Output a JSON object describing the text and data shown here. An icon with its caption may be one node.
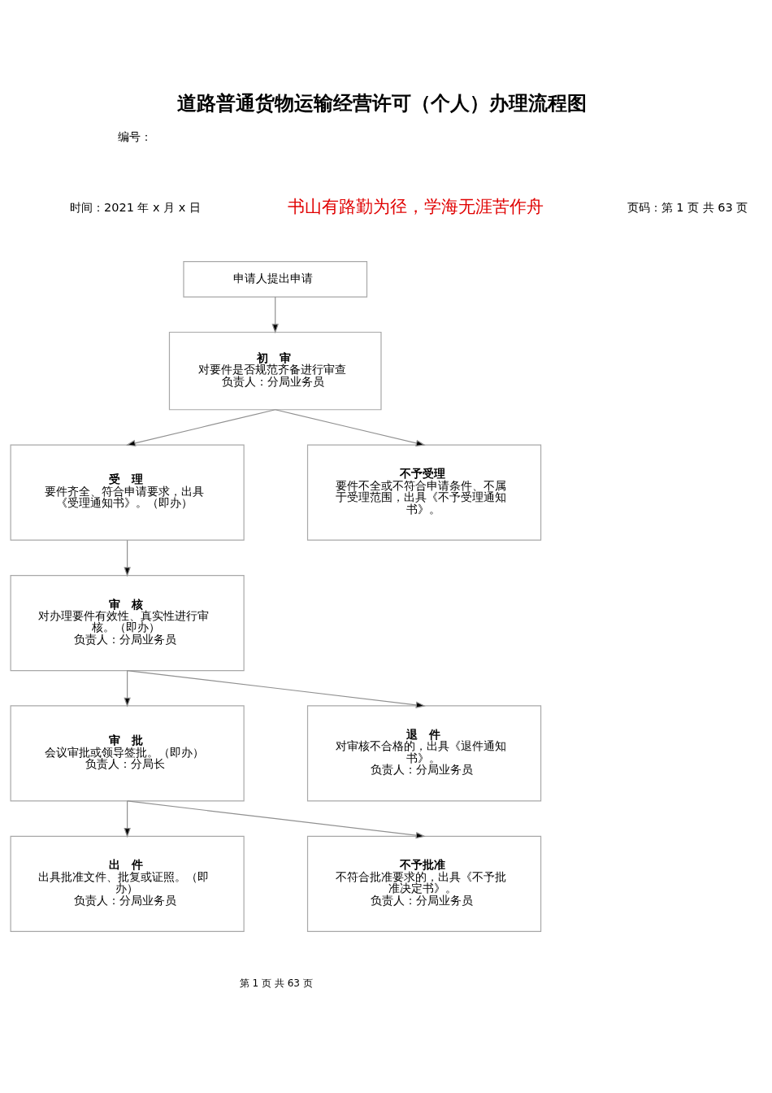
{
  "diagram": {
    "title": "道路普通货物运输经营许可（个人）办理流程图",
    "nodes": [
      {
        "text": [
          "申请人提出申请"
        ]
      },
      {
        "text": [
          "初　审",
          "对要件是否规范齐备进行审查",
          "负责人：分局业务员"
        ]
      },
      {
        "text": [
          "受　理",
          "要件齐全、符合申请要求，出具《受理通知书》。（即办）"
        ]
      },
      {
        "text": [
          "不予受理",
          "要件不全或不符合申请条件、不属于受理范围，出具《不予受理通知书》。"
        ]
      },
      {
        "text": [
          "审　核",
          "对办理要件有效性、真实性进行审核。（即办）",
          "负责人：分局业务员"
        ]
      },
      {
        "text": [
          "审　批",
          "会议审批或领导签批。（即办）",
          "负责人：分局长"
        ]
      },
      {
        "text": [
          "退　件",
          "对审核不合格的，出具《退件通知书》。",
          "负责人：分局业务员"
        ]
      },
      {
        "text": [
          "出　件",
          "出具批准文件、批复或证照。（即办）",
          "负责人：分局业务员"
        ]
      },
      {
        "text": [
          "不予批准",
          "不符合批准要求的，出具《不予批准决定书》。",
          "负责人：分局业务员"
        ]
      }
    ],
    "edges": [
      {
        "from": 0,
        "to": 1,
        "arrow": "to"
      },
      {
        "from": 1,
        "to": 2,
        "arrow": "to"
      },
      {
        "from": 1,
        "to": 3,
        "arrow": "to"
      },
      {
        "from": 2,
        "to": 4,
        "arrow": "to"
      },
      {
        "from": 4,
        "to": 5,
        "arrow": "to"
      },
      {
        "from": 4,
        "to": 6,
        "arrow": "to"
      },
      {
        "from": 5,
        "to": 7,
        "arrow": "to"
      },
      {
        "from": 5,
        "to": 8,
        "arrow": "to"
      }
    ],
    "labels": [
      "编号：",
      "时间：2021 年 x 月 x 日",
      "书山有路勤为径，学海无涯苦作舟",
      "页码：第 1 页 共 63 页",
      "第 1 页 共 63 页"
    ]
  }
}
